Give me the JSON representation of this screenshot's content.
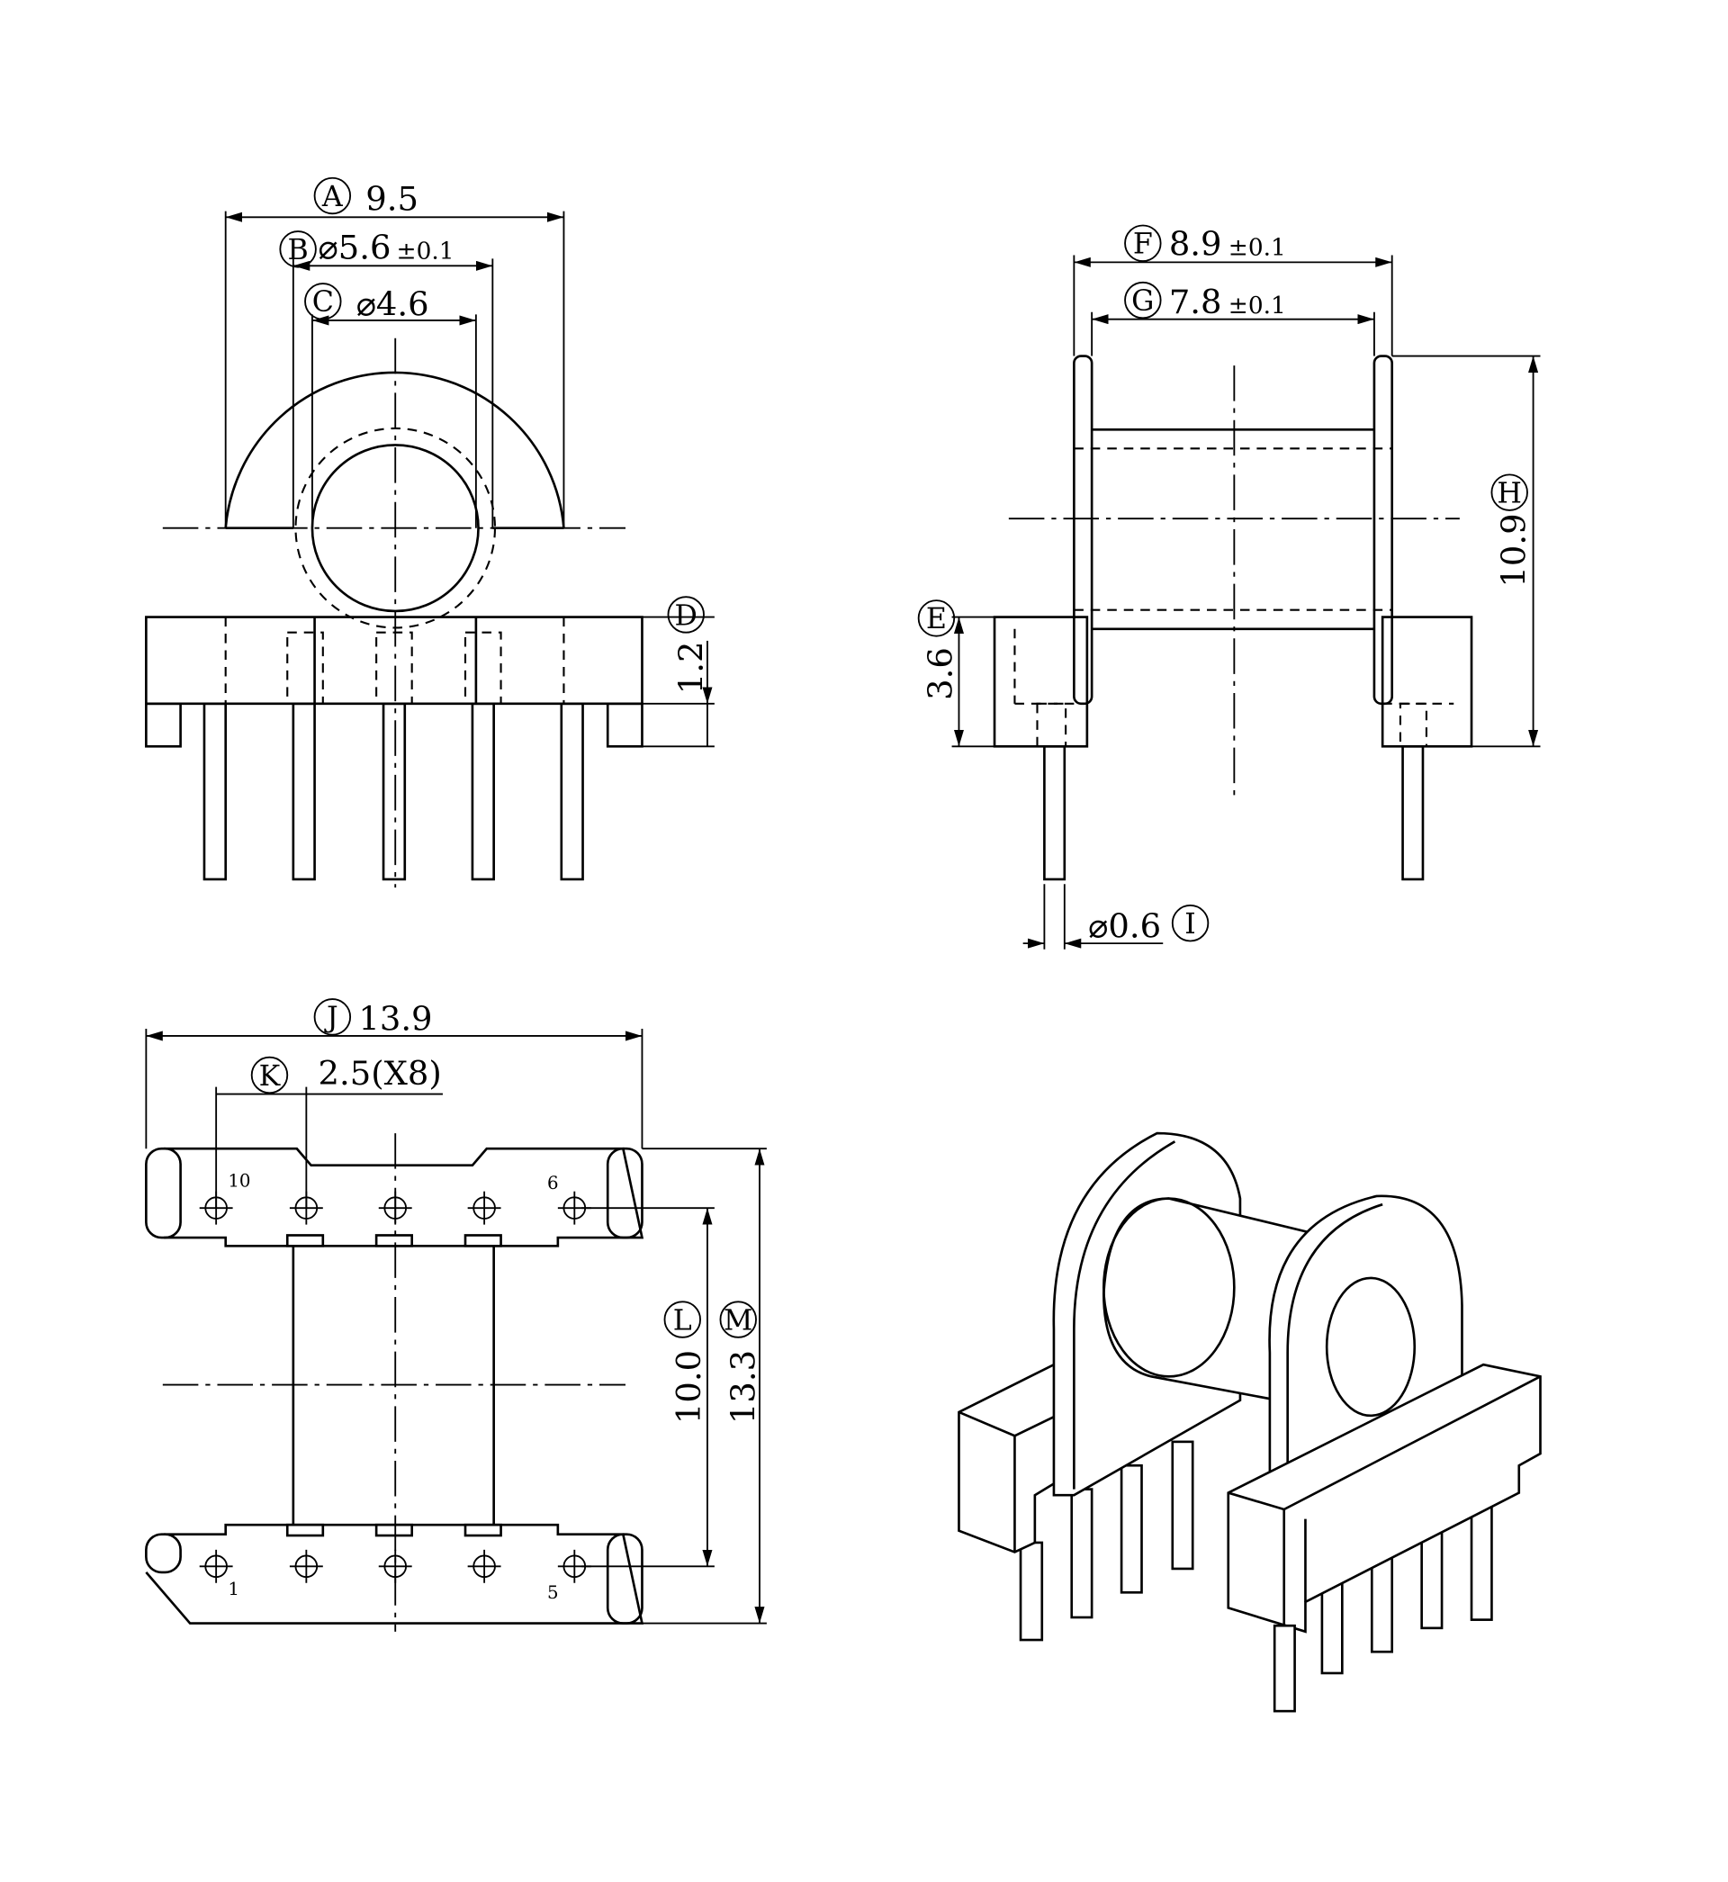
{
  "front_view": {
    "A": {
      "letter": "A",
      "value": "9.5"
    },
    "B": {
      "letter": "B",
      "value": "⌀5.6",
      "tol": "±0.1"
    },
    "C": {
      "letter": "C",
      "value": "⌀4.6"
    },
    "D": {
      "letter": "D",
      "value": "1.2"
    }
  },
  "side_view": {
    "F": {
      "letter": "F",
      "value": "8.9",
      "tol": "±0.1"
    },
    "G": {
      "letter": "G",
      "value": "7.8",
      "tol": "±0.1"
    },
    "H": {
      "letter": "H",
      "value": "10.9"
    },
    "E": {
      "letter": "E",
      "value": "3.6"
    },
    "I": {
      "letter": "I",
      "value": "⌀0.6"
    }
  },
  "bottom_view": {
    "J": {
      "letter": "J",
      "value": "13.9"
    },
    "K": {
      "letter": "K",
      "value": "2.5(X8)"
    },
    "L": {
      "letter": "L",
      "value": "10.0"
    },
    "M": {
      "letter": "M",
      "value": "13.3"
    },
    "pins": {
      "p10": "10",
      "p6": "6",
      "p1": "1",
      "p5": "5"
    }
  }
}
